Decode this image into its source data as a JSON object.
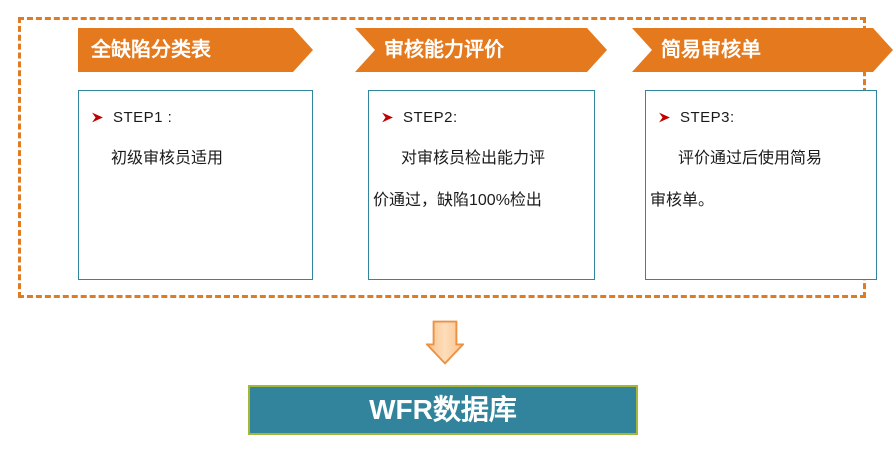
{
  "process": {
    "steps": [
      {
        "banner": "全缺陷分类表",
        "step_label": "STEP1 :",
        "lines": [
          "初级审核员适用"
        ]
      },
      {
        "banner": "审核能力评价",
        "step_label": "STEP2:",
        "lines": [
          "对审核员检出能力评",
          "价通过，缺陷100%检出"
        ]
      },
      {
        "banner": "简易审核单",
        "step_label": "STEP3:",
        "lines": [
          "评价通过后使用简易",
          "审核单。"
        ]
      }
    ],
    "database_label": "WFR数据库",
    "icons": {
      "bullet": "right-arrowhead-icon",
      "flow": "down-arrow-icon"
    },
    "colors": {
      "banner_fill": "#E5791D",
      "frame_dash": "#E07B22",
      "box_border": "#31859C",
      "bullet_red": "#C00000",
      "arrow_fill": "#FBD3A5",
      "arrow_stroke": "#ED9144",
      "database_fill": "#31849B",
      "database_border": "#A3B838",
      "banner_text": "#FFFFFF",
      "body_text": "#1A1A1A"
    }
  }
}
